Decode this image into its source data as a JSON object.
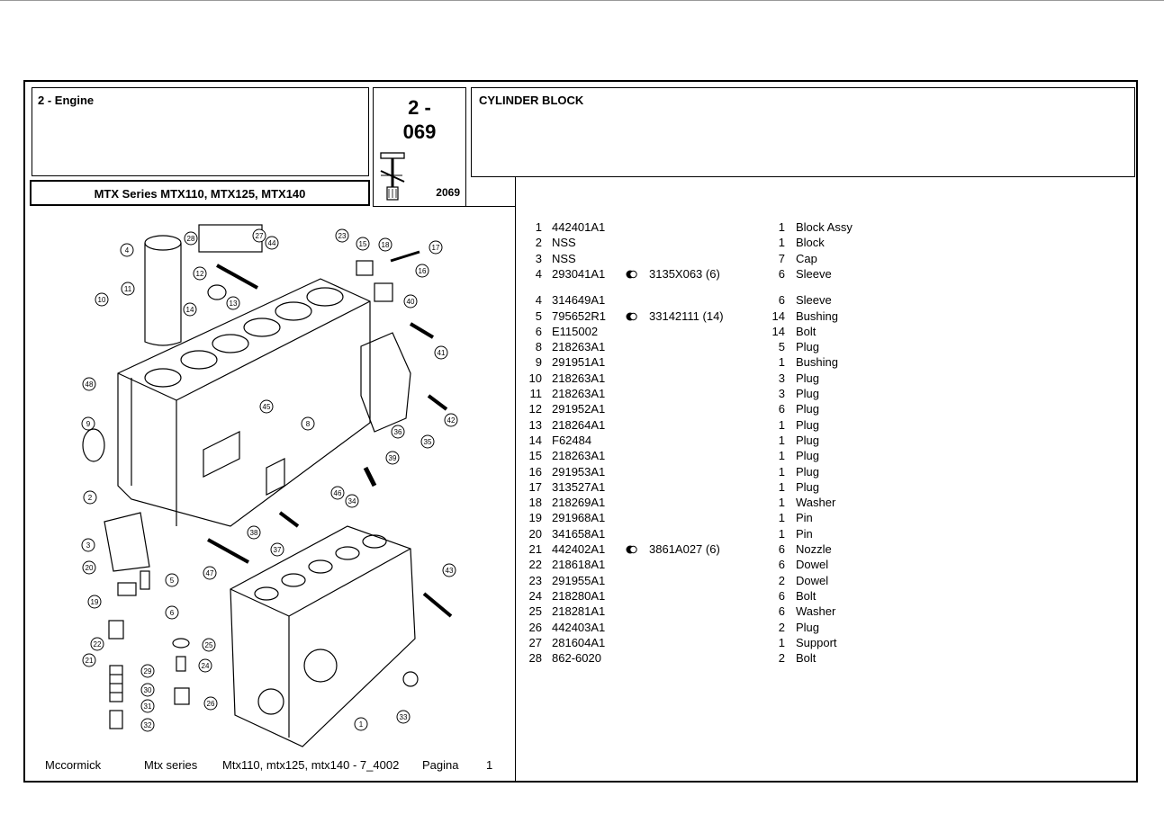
{
  "header": {
    "section": "2 - Engine",
    "page_code": "2 -\n069",
    "page_code_line1": "2 -",
    "page_code_line2": "069",
    "ref_number": "2069",
    "block_title": "CYLINDER BLOCK",
    "series_title": "MTX Series MTX110, MTX125, MTX140"
  },
  "footer": {
    "brand": "Mccormick",
    "series": "Mtx series",
    "models": "Mtx110, mtx125, mtx140 - 7_4002",
    "page_label": "Pagina",
    "page_number": "1"
  },
  "parts": [
    {
      "no": "1",
      "part": "442401A1",
      "alt": "",
      "qty": "1",
      "desc": "Block Assy"
    },
    {
      "no": "2",
      "part": "NSS",
      "alt": "",
      "qty": "1",
      "desc": "Block"
    },
    {
      "no": "3",
      "part": "NSS",
      "alt": "",
      "qty": "7",
      "desc": "Cap"
    },
    {
      "no": "4",
      "part": "293041A1",
      "alt": "3135X063  (6)",
      "qty": "6",
      "desc": "Sleeve"
    },
    {
      "no": "4",
      "part": "314649A1",
      "alt": "",
      "qty": "6",
      "desc": "Sleeve"
    },
    {
      "no": "5",
      "part": "795652R1",
      "alt": "33142111  (14)",
      "qty": "14",
      "desc": "Bushing"
    },
    {
      "no": "6",
      "part": "E115002",
      "alt": "",
      "qty": "14",
      "desc": "Bolt"
    },
    {
      "no": "8",
      "part": "218263A1",
      "alt": "",
      "qty": "5",
      "desc": "Plug"
    },
    {
      "no": "9",
      "part": "291951A1",
      "alt": "",
      "qty": "1",
      "desc": "Bushing"
    },
    {
      "no": "10",
      "part": "218263A1",
      "alt": "",
      "qty": "3",
      "desc": "Plug"
    },
    {
      "no": "11",
      "part": "218263A1",
      "alt": "",
      "qty": "3",
      "desc": "Plug"
    },
    {
      "no": "12",
      "part": "291952A1",
      "alt": "",
      "qty": "6",
      "desc": "Plug"
    },
    {
      "no": "13",
      "part": "218264A1",
      "alt": "",
      "qty": "1",
      "desc": "Plug"
    },
    {
      "no": "14",
      "part": "F62484",
      "alt": "",
      "qty": "1",
      "desc": "Plug"
    },
    {
      "no": "15",
      "part": "218263A1",
      "alt": "",
      "qty": "1",
      "desc": "Plug"
    },
    {
      "no": "16",
      "part": "291953A1",
      "alt": "",
      "qty": "1",
      "desc": "Plug"
    },
    {
      "no": "17",
      "part": "313527A1",
      "alt": "",
      "qty": "1",
      "desc": "Plug"
    },
    {
      "no": "18",
      "part": "218269A1",
      "alt": "",
      "qty": "1",
      "desc": "Washer"
    },
    {
      "no": "19",
      "part": "291968A1",
      "alt": "",
      "qty": "1",
      "desc": "Pin"
    },
    {
      "no": "20",
      "part": "341658A1",
      "alt": "",
      "qty": "1",
      "desc": "Pin"
    },
    {
      "no": "21",
      "part": "442402A1",
      "alt": "3861A027  (6)",
      "qty": "6",
      "desc": "Nozzle"
    },
    {
      "no": "22",
      "part": "218618A1",
      "alt": "",
      "qty": "6",
      "desc": "Dowel"
    },
    {
      "no": "23",
      "part": "291955A1",
      "alt": "",
      "qty": "2",
      "desc": "Dowel"
    },
    {
      "no": "24",
      "part": "218280A1",
      "alt": "",
      "qty": "6",
      "desc": "Bolt"
    },
    {
      "no": "25",
      "part": "218281A1",
      "alt": "",
      "qty": "6",
      "desc": "Washer"
    },
    {
      "no": "26",
      "part": "442403A1",
      "alt": "",
      "qty": "2",
      "desc": "Plug"
    },
    {
      "no": "27",
      "part": "281604A1",
      "alt": "",
      "qty": "1",
      "desc": "Support"
    },
    {
      "no": "28",
      "part": "862-6020",
      "alt": "",
      "qty": "2",
      "desc": "Bolt"
    }
  ],
  "diagram_callouts": [
    "1",
    "2",
    "3",
    "4",
    "5",
    "6",
    "8",
    "9",
    "10",
    "11",
    "12",
    "13",
    "14",
    "15",
    "16",
    "17",
    "18",
    "19",
    "20",
    "21",
    "22",
    "23",
    "24",
    "25",
    "26",
    "27",
    "28",
    "29",
    "30",
    "31",
    "32",
    "33",
    "34",
    "35",
    "36",
    "37",
    "38",
    "39",
    "40",
    "41",
    "42",
    "43",
    "44",
    "45",
    "46",
    "47",
    "48"
  ],
  "icons": {
    "tool": "tool-icon",
    "marker": "interchange-marker-icon"
  }
}
